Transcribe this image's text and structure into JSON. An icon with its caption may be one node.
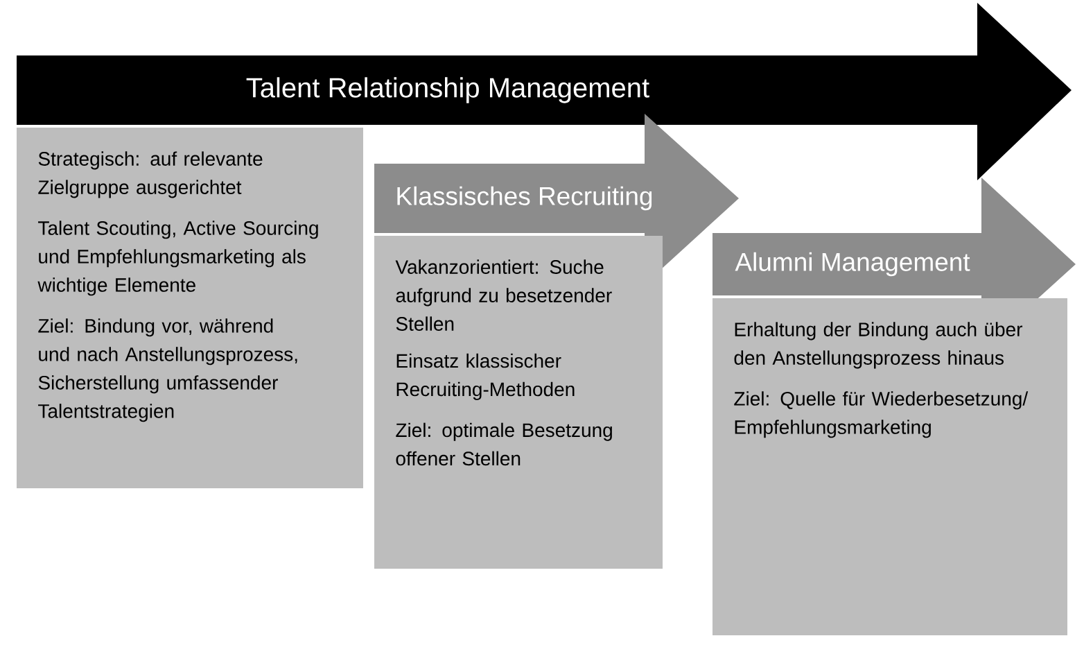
{
  "diagram": {
    "nodes": [
      {
        "text": [
          "Talent Relationship Management"
        ]
      },
      {
        "text": [
          "Strategisch: auf relevante Zielgruppe ausgerichtet",
          "Talent Scouting, Active Sourcing und Empfehlungsmarketing als wichtige Elemente",
          "Ziel: Bindung vor, während und nach Anstellungsprozess, Sicherstellung umfassender Talentstrategien"
        ]
      },
      {
        "text": [
          "Klassisches Recruiting"
        ]
      },
      {
        "text": [
          "Vakanzorientiert: Suche aufgrund zu besetzender Stellen",
          "Einsatz klassischer Recruiting-Methoden",
          "Ziel: optimale Besetzung offener Stellen"
        ]
      },
      {
        "text": [
          "Alumni Management"
        ]
      },
      {
        "text": [
          "Erhaltung der Bindung auch über den Anstellungsprozess hinaus",
          "Ziel: Quelle für Wiederbesetzung/ Empfehlungsmarketing"
        ]
      }
    ]
  }
}
